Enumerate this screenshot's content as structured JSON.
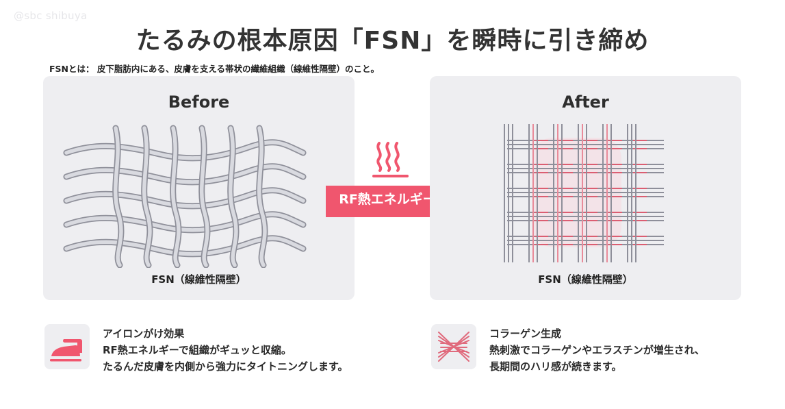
{
  "watermark": "@sbc shibuya",
  "title": "たるみの根本原因「FSN」を瞬時に引き締め",
  "subtitle": "FSNとは： 皮下脂肪内にある、皮膚を支える帯状の繊維組織（線維性隔壁）のこと。",
  "colors": {
    "accent": "#f0566e",
    "card_bg": "#eeeef1",
    "fiber_gray": "#a9aab3",
    "title_text": "#333333"
  },
  "before_card": {
    "heading": "Before",
    "caption": "FSN（線維性隔壁）",
    "illustration": "wavy-loose-fiber-mesh"
  },
  "after_card": {
    "heading": "After",
    "caption": "FSN（線維性隔壁）",
    "illustration": "tight-straight-fiber-grid"
  },
  "process": {
    "icon": "heat-waves-icon",
    "arrow_label": "RF熱エネルギー"
  },
  "features": [
    {
      "icon": "iron-icon",
      "title": "アイロンがけ効果",
      "lines": [
        "RF熱エネルギーで組織がギュッと収縮。",
        "たるんだ皮膚を内側から強力にタイトニングします。"
      ]
    },
    {
      "icon": "crossed-fibers-icon",
      "title": "コラーゲン生成",
      "lines": [
        "熱刺激でコラーゲンやエラスチンが増生され、",
        "長期間のハリ感が続きます。"
      ]
    }
  ]
}
